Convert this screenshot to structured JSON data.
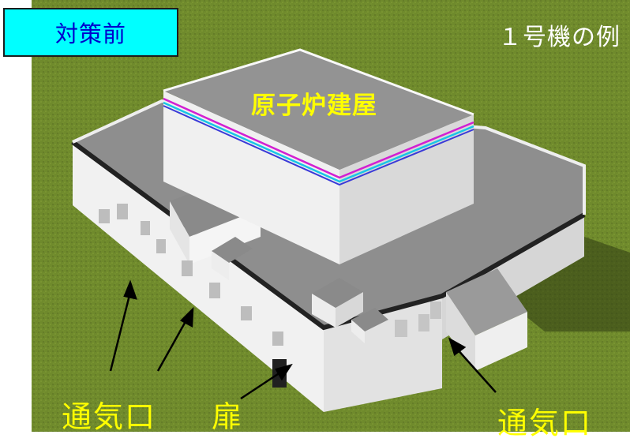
{
  "badge": {
    "text": "対策前",
    "bg_color": "#00ffff",
    "text_color": "#0000cc"
  },
  "example_note": "１号機の例",
  "building_label": "原子炉建屋",
  "callouts": {
    "vent_left": "通気口",
    "door": "扉",
    "vent_right": "通気口"
  },
  "colors": {
    "label_yellow": "#ffff00",
    "ground_green": "#6f8a2c"
  }
}
